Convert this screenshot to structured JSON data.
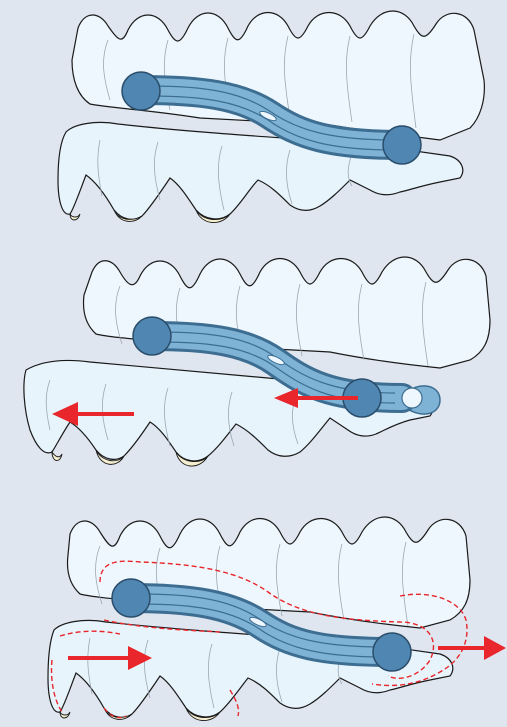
{
  "colors": {
    "background": "#dfe6ef",
    "tray": "#eef7fd",
    "strap": "#7fb3d6",
    "strap_edge": "#3d6e92",
    "knob": "#4f86b2",
    "arrow": "#e8262c",
    "gum": "#f6efcf"
  },
  "panels": [
    {
      "name": "panel-closed",
      "arrows": []
    },
    {
      "name": "panel-lower-jaw-retracted",
      "arrows": [
        "left",
        "left"
      ]
    },
    {
      "name": "panel-lower-jaw-advanced",
      "arrows": [
        "right",
        "right"
      ]
    }
  ],
  "icons": [
    "upper-aligner-icon",
    "lower-aligner-icon",
    "connector-strap-icon",
    "anchor-knob-icon",
    "movement-arrow-icon"
  ]
}
